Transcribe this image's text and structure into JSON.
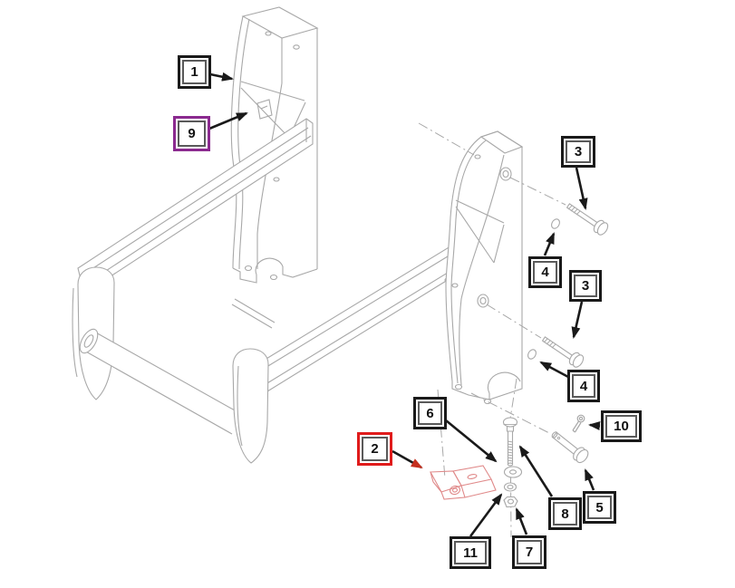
{
  "diagram": {
    "background_color": "#ffffff",
    "line_color": "#a8a8a8",
    "arrow_color": "#1a1a1a",
    "highlight_red": "#e01b1b",
    "highlight_purple": "#8b2a8f",
    "highlight_part_line_color": "#e08a8a"
  },
  "callouts": [
    {
      "number": "1",
      "style": "default"
    },
    {
      "number": "9",
      "style": "purple"
    },
    {
      "number": "3",
      "style": "default"
    },
    {
      "number": "4",
      "style": "default"
    },
    {
      "number": "3",
      "style": "default"
    },
    {
      "number": "4",
      "style": "default"
    },
    {
      "number": "10",
      "style": "default"
    },
    {
      "number": "6",
      "style": "default"
    },
    {
      "number": "2",
      "style": "red"
    },
    {
      "number": "8",
      "style": "default"
    },
    {
      "number": "5",
      "style": "default"
    },
    {
      "number": "11",
      "style": "default"
    },
    {
      "number": "7",
      "style": "default"
    }
  ]
}
